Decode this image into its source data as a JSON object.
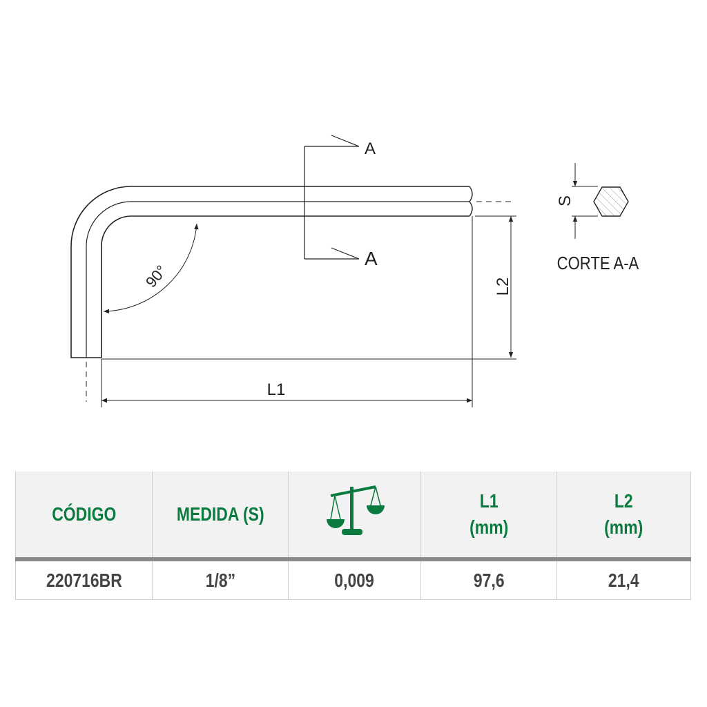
{
  "drawing": {
    "section_label_top": "A",
    "section_label_bottom": "A",
    "angle_label": "90°",
    "dim_l1": "L1",
    "dim_l2": "L2",
    "dim_s": "S",
    "section_title": "CORTE A-A"
  },
  "table": {
    "headers": {
      "codigo": "CÓDIGO",
      "medida": "MEDIDA (S)",
      "weight_icon": "scale-icon",
      "l1_line1": "L1",
      "l1_line2": "(mm)",
      "l2_line1": "L2",
      "l2_line2": "(mm)"
    },
    "rows": [
      {
        "codigo": "220716BR",
        "medida": "1/8”",
        "peso": "0,009",
        "l1": "97,6",
        "l2": "21,4"
      }
    ]
  },
  "colors": {
    "accent": "#0a7a3e",
    "text": "#444444",
    "header_bg": "#f2f2f2"
  }
}
